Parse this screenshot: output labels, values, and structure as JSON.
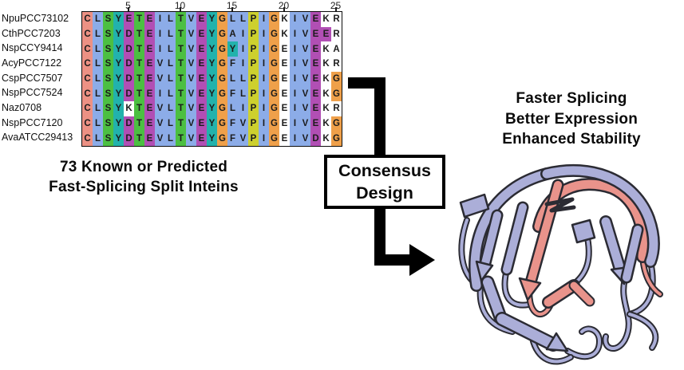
{
  "alignment": {
    "ruler_ticks": [
      5,
      10,
      15,
      20,
      25
    ],
    "palette": {
      "c": "#ec9184",
      "b": "#8cace8",
      "g": "#4cbf42",
      "t": "#22b2ac",
      "m": "#b14fb4",
      "o": "#efa04a",
      "y": "#cdd02e",
      "w": "#ffffff"
    },
    "rows": [
      {
        "label": "NpuPCC73102",
        "seq": "CLSYETEILTVEYGLLPIGKIVEKR",
        "colors": "cbgtmgmbbgbmtobbybowbbmww"
      },
      {
        "label": "CthPCC7203",
        "seq": "CLSYDTEILTVEYGAIPIGKIVEER",
        "colors": "cbgtmgmbbgbmtobbybowbbmmw"
      },
      {
        "label": "NspCCY9414",
        "seq": "CLSYDTEILTVEYGYIPIGEIVEKA",
        "colors": "cbgtmgmbbgbmtotbybowbbmww"
      },
      {
        "label": "AcyPCC7122",
        "seq": "CLSYDTEVLTVEYGFIPIGEIVEKR",
        "colors": "cbgtmgmbbgbmtobbybowbbmww"
      },
      {
        "label": "CspPCC7507",
        "seq": "CLSYDTEVLTVEYGLLPIGEIVEKG",
        "colors": "cbgtmgmbbgbmtobbybowbbmwo"
      },
      {
        "label": "NspPCC7524",
        "seq": "CLSYDTEILTVEYGFLPIGEIVEKG",
        "colors": "cbgtmgmbbgbmtobbybowbbmwo"
      },
      {
        "label": "Naz0708",
        "seq": "CLSYKTEVLTVEYGLIPIGEIVEKR",
        "colors": "cbgtwgmbbgbmtobbybowbbmww"
      },
      {
        "label": "NspPCC7120",
        "seq": "CLSYDTEVLTVEYGFVPIGEIVEKG",
        "colors": "cbgtmgmbbgbmtobbybowbbmwo"
      },
      {
        "label": "AvaATCC29413",
        "seq": "CLSYDTEVLTVEYGFVPIGEIVDKG",
        "colors": "cbgtmgmbbgbmtobbybowbbmwo"
      }
    ]
  },
  "left_caption": {
    "line1": "73 Known or Predicted",
    "line2": "Fast-Splicing Split Inteins"
  },
  "process_box": {
    "line1": "Consensus",
    "line2": "Design"
  },
  "right_caption": {
    "line1": "Faster Splicing",
    "line2": "Better Expression",
    "line3": "Enhanced Stability"
  },
  "arrow": {
    "color": "#000000"
  },
  "protein": {
    "colors": {
      "sheet": "#abaed8",
      "helix": "#e9938b",
      "outline": "#2b2b33"
    }
  }
}
